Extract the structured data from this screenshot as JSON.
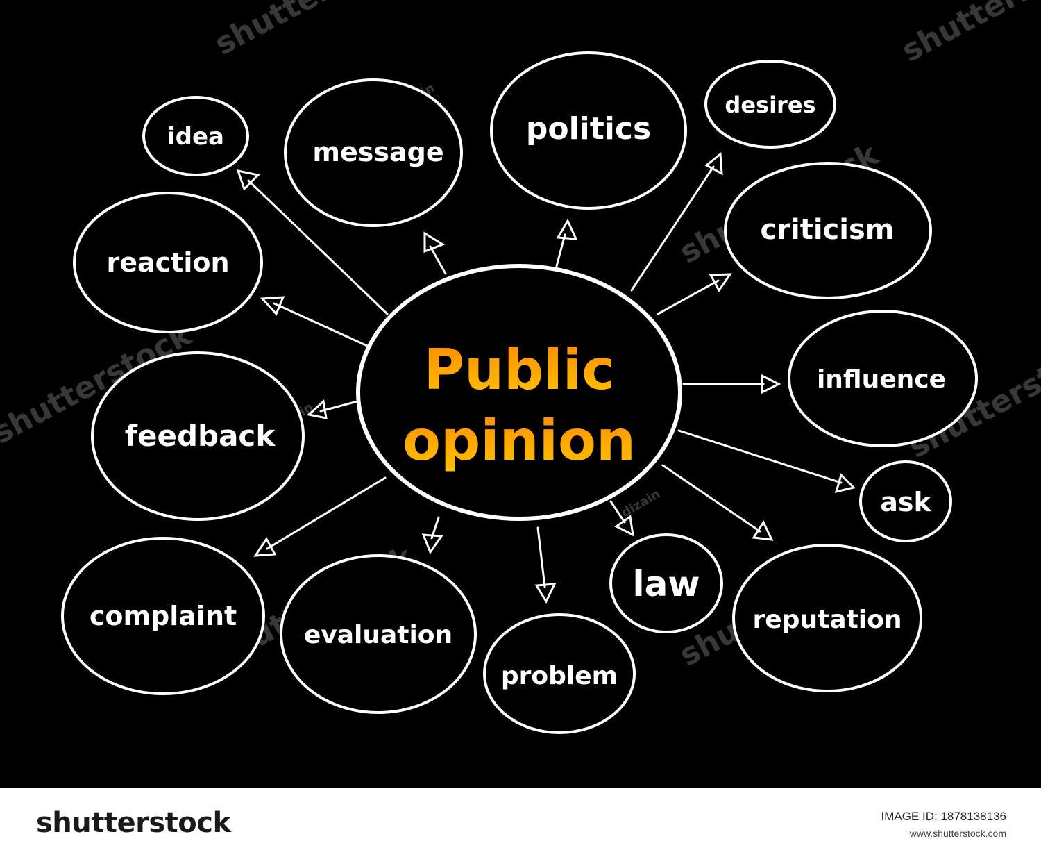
{
  "center": {
    "line1": "Public",
    "line2": "opinion"
  },
  "nodes": {
    "idea": "idea",
    "message": "message",
    "politics": "politics",
    "desires": "desires",
    "criticism": "criticism",
    "reaction": "reaction",
    "influence": "influence",
    "feedback": "feedback",
    "ask": "ask",
    "complaint": "complaint",
    "evaluation": "evaluation",
    "problem": "problem",
    "law": "law",
    "reputation": "reputation"
  },
  "watermark": {
    "text": "shutterstock",
    "author": "dizain"
  },
  "footer": {
    "brand": "shutterstock",
    "image_id": "IMAGE ID: 1878138136",
    "url": "www.shutterstock.com"
  },
  "colors": {
    "background": "#000000",
    "line": "#ffffff",
    "center_top": "#ff8a00",
    "center_bottom": "#ffc400"
  }
}
